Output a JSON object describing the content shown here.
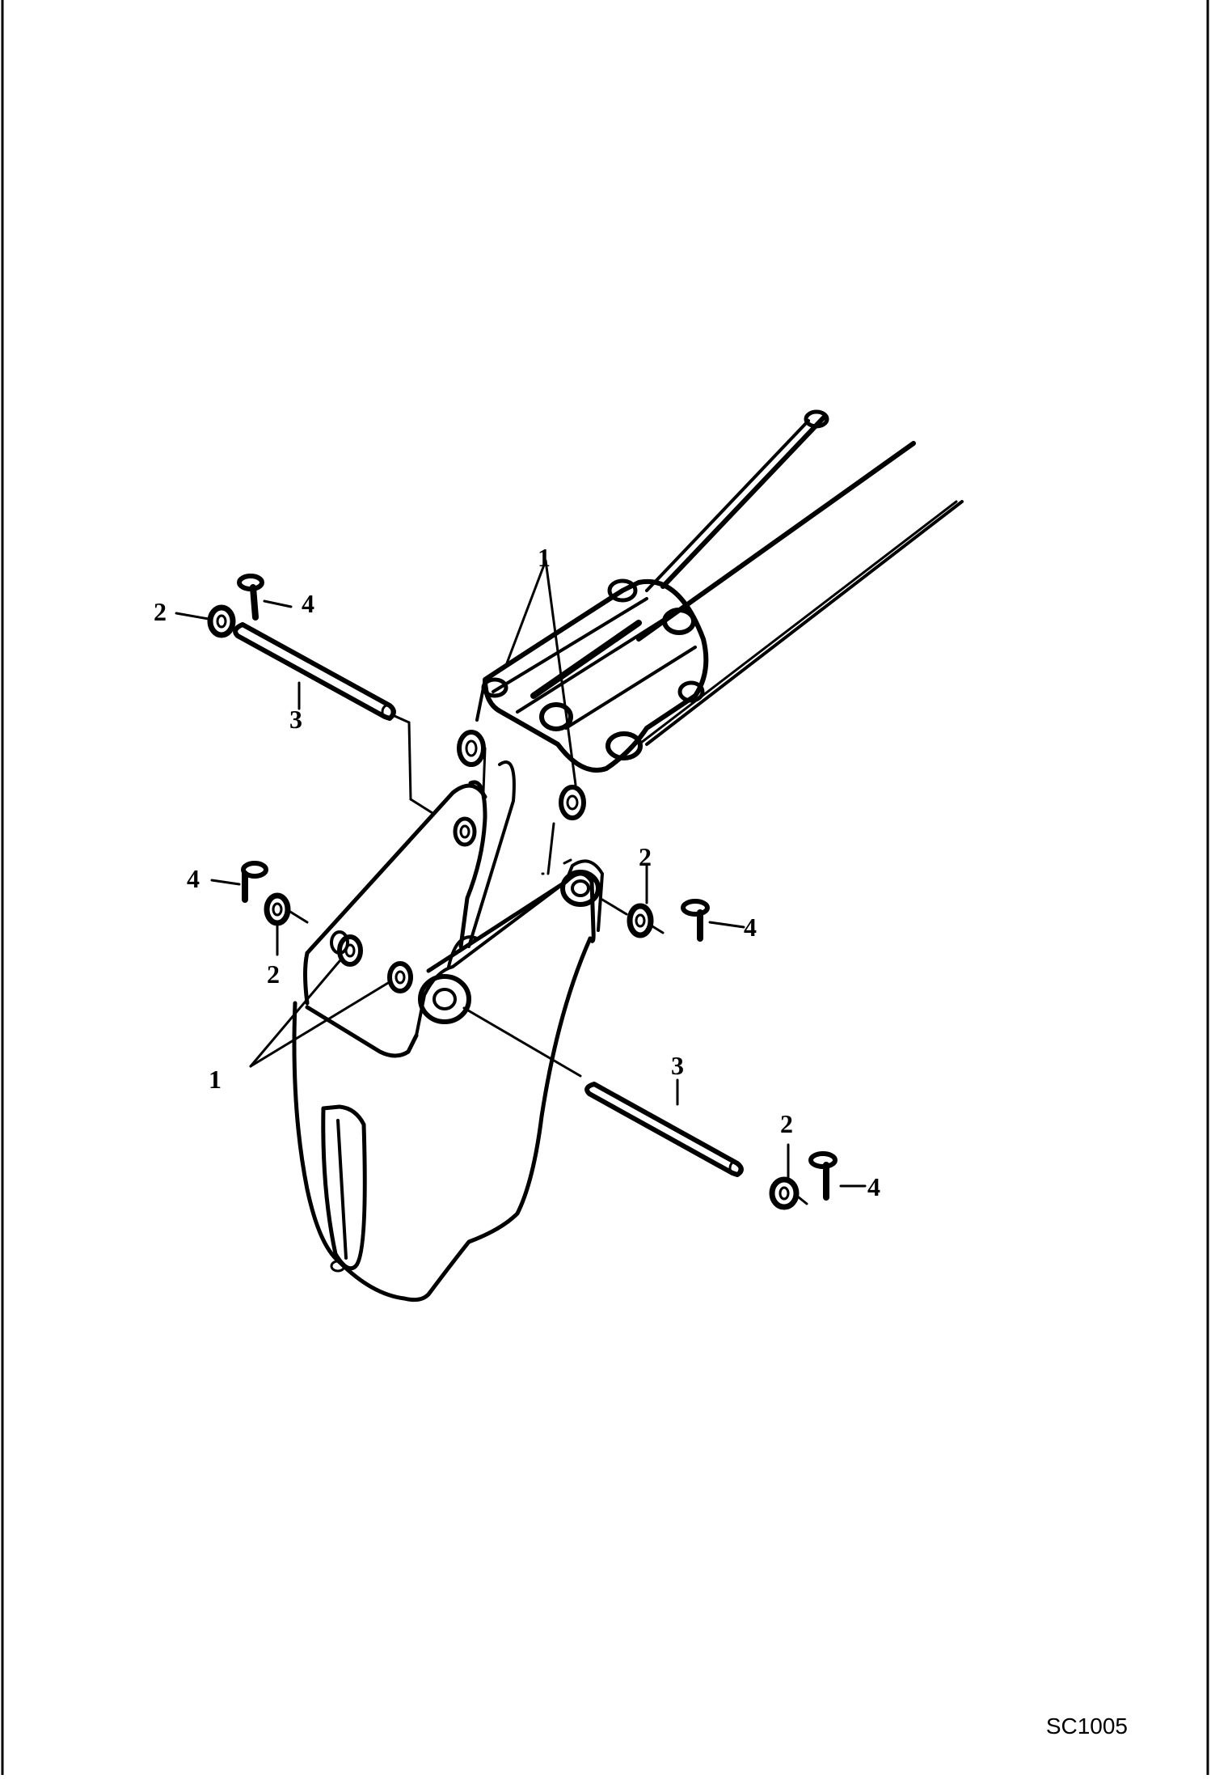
{
  "diagram": {
    "code": "SC1005",
    "part_labels": {
      "bushing": "1",
      "washer": "2",
      "pin": "3",
      "bolt": "4"
    },
    "line_color": "#000000",
    "background": "#ffffff"
  }
}
